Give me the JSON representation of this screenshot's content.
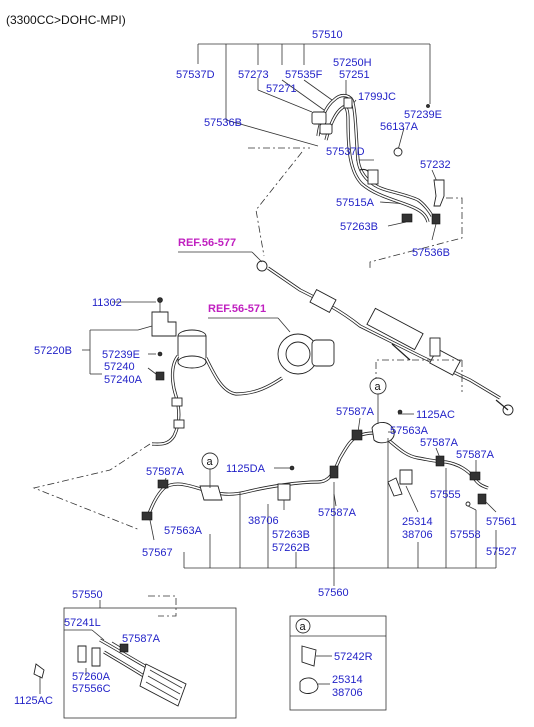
{
  "header": {
    "engine": "(3300CC>DOHC-MPI)"
  },
  "references": {
    "ref1": "REF.56-577",
    "ref2": "REF.56-571"
  },
  "labels": {
    "p57510": "57510",
    "p57537D_a": "57537D",
    "p57273": "57273",
    "p57535F": "57535F",
    "p57250H": "57250H",
    "p57251": "57251",
    "p57271": "57271",
    "p1799JC": "1799JC",
    "p57239E_a": "57239E",
    "p56137A": "56137A",
    "p57536B_a": "57536B",
    "p57537D_b": "57537D",
    "p57232": "57232",
    "p57515A": "57515A",
    "p57263B_a": "57263B",
    "p57536B_b": "57536B",
    "p11302": "11302",
    "p57220B": "57220B",
    "p57239E_b": "57239E",
    "p57240": "57240",
    "p57240A": "57240A",
    "p57587A_1": "57587A",
    "p1125AC_a": "1125AC",
    "p57563A_a": "57563A",
    "p57587A_2": "57587A",
    "p57587A_3": "57587A",
    "p57587A_4": "57587A",
    "p1125DA": "1125DA",
    "p57555": "57555",
    "p25314_a": "25314",
    "p38706_a": "38706",
    "p57558": "57558",
    "p57561": "57561",
    "p57527": "57527",
    "p57563A_b": "57563A",
    "p38706_b": "38706",
    "p57263B_b": "57263B",
    "p57262B": "57262B",
    "p57587A_5": "57587A",
    "p57567": "57567",
    "p57560": "57560",
    "p57550": "57550",
    "p57241L": "57241L",
    "p57587A_6": "57587A",
    "p57260A": "57260A",
    "p57556C": "57556C",
    "p1125AC_b": "1125AC"
  },
  "callouts": {
    "a1": "a",
    "a2": "a"
  },
  "legend": {
    "key": "a",
    "part1": "57242R",
    "part2": "25314",
    "part3": "38706"
  }
}
